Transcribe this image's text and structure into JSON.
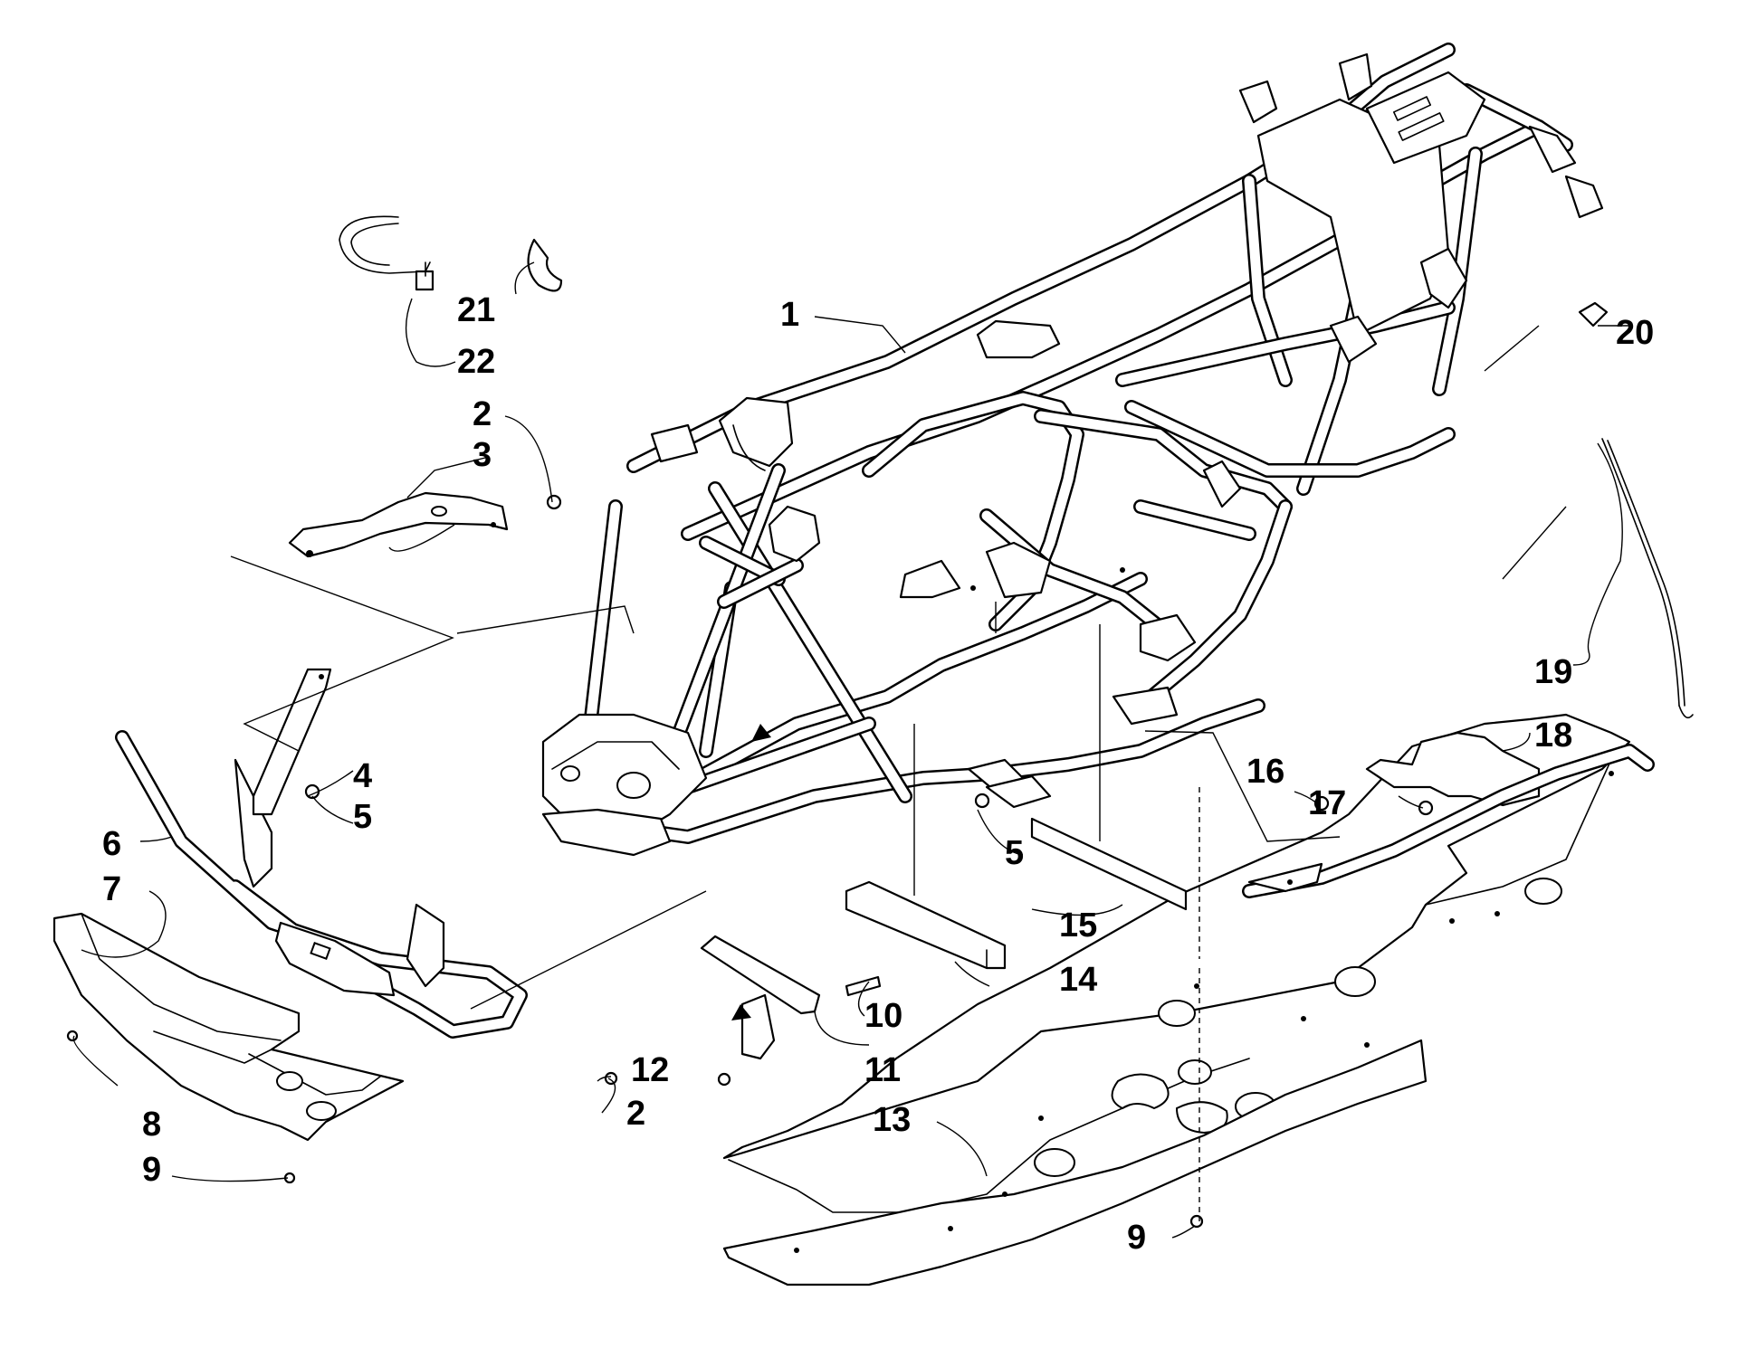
{
  "callouts": [
    {
      "id": "c1",
      "label": "1"
    },
    {
      "id": "c2a",
      "label": "2"
    },
    {
      "id": "c2b",
      "label": "2"
    },
    {
      "id": "c3",
      "label": "3"
    },
    {
      "id": "c4",
      "label": "4"
    },
    {
      "id": "c5a",
      "label": "5"
    },
    {
      "id": "c5b",
      "label": "5"
    },
    {
      "id": "c6",
      "label": "6"
    },
    {
      "id": "c7",
      "label": "7"
    },
    {
      "id": "c8",
      "label": "8"
    },
    {
      "id": "c9a",
      "label": "9"
    },
    {
      "id": "c9b",
      "label": "9"
    },
    {
      "id": "c10",
      "label": "10"
    },
    {
      "id": "c11",
      "label": "11"
    },
    {
      "id": "c12",
      "label": "12"
    },
    {
      "id": "c13",
      "label": "13"
    },
    {
      "id": "c14",
      "label": "14"
    },
    {
      "id": "c15",
      "label": "15"
    },
    {
      "id": "c16",
      "label": "16"
    },
    {
      "id": "c17",
      "label": "17"
    },
    {
      "id": "c18",
      "label": "18"
    },
    {
      "id": "c19",
      "label": "19"
    },
    {
      "id": "c20",
      "label": "20"
    },
    {
      "id": "c21",
      "label": "21"
    },
    {
      "id": "c22",
      "label": "22"
    }
  ],
  "colors": {
    "line": "#000000",
    "background": "#ffffff"
  }
}
